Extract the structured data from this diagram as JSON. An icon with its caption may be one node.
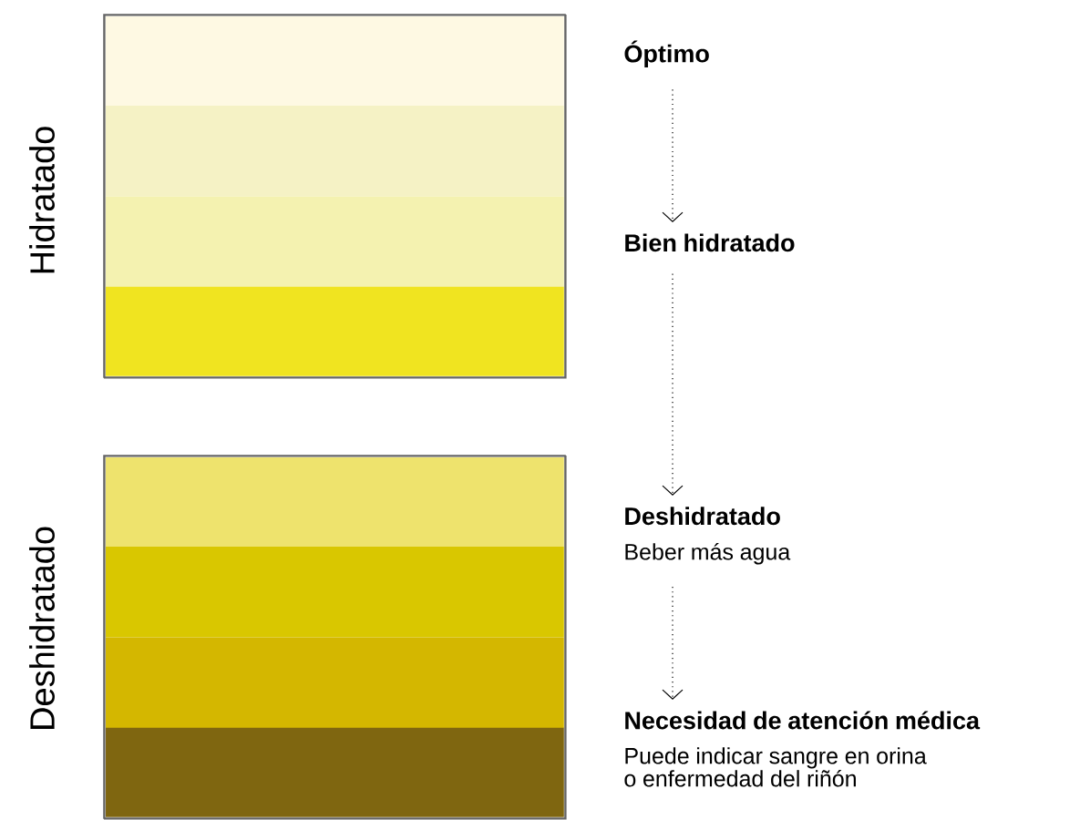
{
  "diagram": {
    "nodes": [
      {
        "text": [
          "Hidratado"
        ]
      },
      {
        "text": [],
        "shape": "bar",
        "in": 0
      },
      {
        "text": [],
        "shape": "bar",
        "in": 0
      },
      {
        "text": [],
        "shape": "bar",
        "in": 0
      },
      {
        "text": [],
        "shape": "bar",
        "in": 0
      },
      {
        "text": [
          "Deshidratado"
        ]
      },
      {
        "text": [],
        "shape": "bar",
        "in": 5
      },
      {
        "text": [],
        "shape": "bar",
        "in": 5
      },
      {
        "text": [],
        "shape": "bar",
        "in": 5
      },
      {
        "text": [],
        "shape": "bar",
        "in": 5
      },
      {
        "text": [
          "Óptimo"
        ]
      },
      {
        "text": [
          "Bien hidratado"
        ]
      },
      {
        "text": [
          "Deshidratado",
          "Beber más agua"
        ]
      },
      {
        "text": [
          "Necesidad de atención médica",
          "Puede indicar sangre en orina o enfermedad del riñón"
        ]
      }
    ],
    "edges": [
      {
        "from": 10,
        "to": 11,
        "arrow": "to"
      },
      {
        "from": 11,
        "to": 12,
        "arrow": "to"
      },
      {
        "from": 12,
        "to": 13,
        "arrow": "to"
      }
    ]
  }
}
